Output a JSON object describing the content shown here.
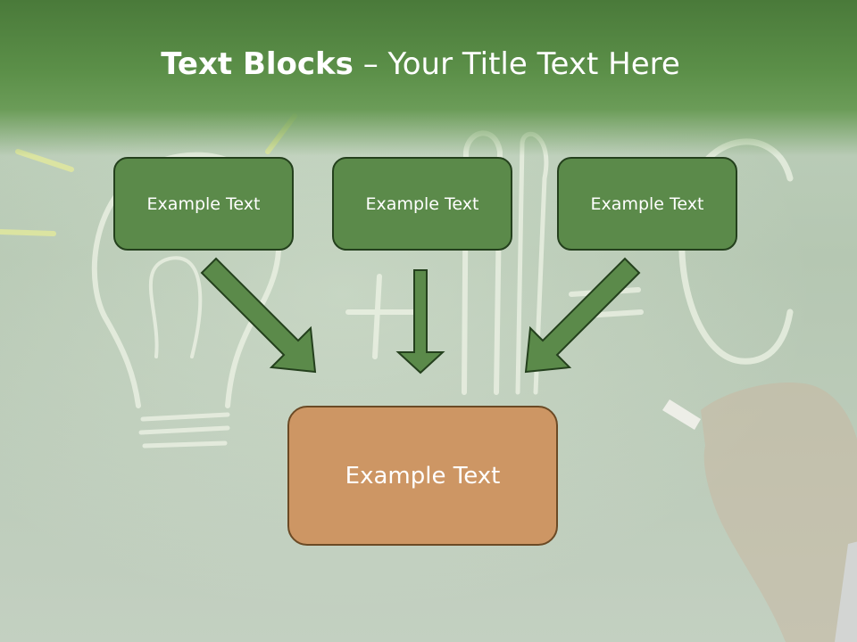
{
  "title": {
    "bold": "Text Blocks",
    "rest": " – Your Title Text Here"
  },
  "boxes": {
    "left": "Example Text",
    "center": "Example Text",
    "right": "Example Text",
    "bottom": "Example Text"
  },
  "colors": {
    "header": "#5b8f48",
    "box_fill": "#5b8a4a",
    "box_border": "#24401d",
    "main_box_fill": "#cd9664",
    "main_box_border": "#6b4a25",
    "arrow_fill": "#5b8a4a"
  }
}
